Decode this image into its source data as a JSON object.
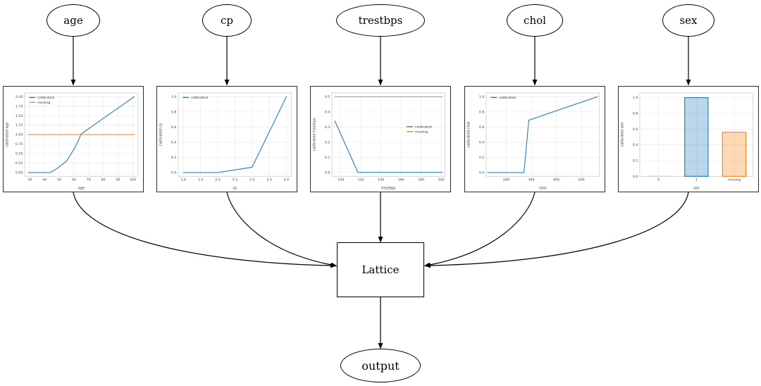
{
  "diagram": {
    "feature_nodes": [
      {
        "id": "age",
        "label": "age"
      },
      {
        "id": "cp",
        "label": "cp"
      },
      {
        "id": "trestbps",
        "label": "trestbps"
      },
      {
        "id": "chol",
        "label": "chol"
      },
      {
        "id": "sex",
        "label": "sex"
      }
    ],
    "lattice": {
      "label": "Lattice"
    },
    "output": {
      "label": "output"
    }
  },
  "colors": {
    "calibrated": "#1f77b4",
    "missing": "#ff7f0e",
    "edge": "#000000",
    "grid": "#ebebeb",
    "axes_frame": "#cccccc",
    "tick_text": "#3c3c3c"
  },
  "chart_data": [
    {
      "id": "age",
      "type": "line",
      "xlabel": "age",
      "ylabel": "calibrated age",
      "xlim": [
        26.5,
        103.5
      ],
      "ylim": [
        -0.1,
        2.1
      ],
      "xticks": [
        {
          "v": 30,
          "l": "30"
        },
        {
          "v": 40,
          "l": "40"
        },
        {
          "v": 50,
          "l": "50"
        },
        {
          "v": 60,
          "l": "60"
        },
        {
          "v": 70,
          "l": "70"
        },
        {
          "v": 80,
          "l": "80"
        },
        {
          "v": 90,
          "l": "90"
        },
        {
          "v": 100,
          "l": "100"
        }
      ],
      "yticks": [
        {
          "v": 0,
          "l": "0.00"
        },
        {
          "v": 0.25,
          "l": "0.25"
        },
        {
          "v": 0.5,
          "l": "0.50"
        },
        {
          "v": 0.75,
          "l": "0.75"
        },
        {
          "v": 1,
          "l": "1.00"
        },
        {
          "v": 1.25,
          "l": "1.25"
        },
        {
          "v": 1.5,
          "l": "1.50"
        },
        {
          "v": 1.75,
          "l": "1.75"
        },
        {
          "v": 2,
          "l": "2.00"
        }
      ],
      "series": [
        {
          "name": "calibrated",
          "color": "#1f77b4",
          "points": [
            [
              29,
              0
            ],
            [
              44,
              0
            ],
            [
              49,
              0.12
            ],
            [
              55,
              0.3
            ],
            [
              61,
              0.68
            ],
            [
              65,
              1.02
            ],
            [
              101,
              2.0
            ]
          ]
        },
        {
          "name": "missing",
          "color": "#ff7f0e",
          "points": [
            [
              29,
              1.0
            ],
            [
              101,
              1.0
            ]
          ]
        }
      ],
      "legend": {
        "px": 0.04,
        "py": 0.03
      }
    },
    {
      "id": "cp",
      "type": "line",
      "xlabel": "cp",
      "ylabel": "calibrated cp",
      "xlim": [
        0.85,
        4.15
      ],
      "ylim": [
        -0.05,
        1.05
      ],
      "xticks": [
        {
          "v": 1,
          "l": "1.0"
        },
        {
          "v": 1.5,
          "l": "1.5"
        },
        {
          "v": 2,
          "l": "2.0"
        },
        {
          "v": 2.5,
          "l": "2.5"
        },
        {
          "v": 3,
          "l": "3.0"
        },
        {
          "v": 3.5,
          "l": "3.5"
        },
        {
          "v": 4,
          "l": "4.0"
        }
      ],
      "yticks": [
        {
          "v": 0,
          "l": "0.0"
        },
        {
          "v": 0.2,
          "l": "0.2"
        },
        {
          "v": 0.4,
          "l": "0.4"
        },
        {
          "v": 0.6,
          "l": "0.6"
        },
        {
          "v": 0.8,
          "l": "0.8"
        },
        {
          "v": 1,
          "l": "1.0"
        }
      ],
      "series": [
        {
          "name": "calibrated",
          "color": "#1f77b4",
          "points": [
            [
              1,
              0
            ],
            [
              2,
              0
            ],
            [
              3,
              0.07
            ],
            [
              4,
              1.0
            ]
          ]
        }
      ],
      "legend": {
        "px": 0.04,
        "py": 0.03
      }
    },
    {
      "id": "trestbps",
      "type": "line",
      "xlabel": "trestbps",
      "ylabel": "calibrated trestbps",
      "xlim": [
        91,
        204
      ],
      "ylim": [
        -0.026,
        0.526
      ],
      "xticks": [
        {
          "v": 100,
          "l": "100"
        },
        {
          "v": 120,
          "l": "120"
        },
        {
          "v": 140,
          "l": "140"
        },
        {
          "v": 160,
          "l": "160"
        },
        {
          "v": 180,
          "l": "180"
        },
        {
          "v": 200,
          "l": "200"
        }
      ],
      "yticks": [
        {
          "v": 0,
          "l": "0.0"
        },
        {
          "v": 0.1,
          "l": "0.1"
        },
        {
          "v": 0.2,
          "l": "0.2"
        },
        {
          "v": 0.3,
          "l": "0.3"
        },
        {
          "v": 0.4,
          "l": "0.4"
        },
        {
          "v": 0.5,
          "l": "0.5"
        }
      ],
      "series": [
        {
          "name": "calibrated",
          "color": "#1f77b4",
          "points": [
            [
              94,
              0.34
            ],
            [
              117,
              0
            ],
            [
              201,
              0
            ]
          ]
        },
        {
          "name": "missing",
          "color": "#ff7f0e",
          "points": [
            [
              94,
              0.5
            ],
            [
              201,
              0.5
            ]
          ]
        }
      ],
      "legend": {
        "px": 0.66,
        "py": 0.38
      }
    },
    {
      "id": "chol",
      "type": "line",
      "xlabel": "chol",
      "ylabel": "calibrated chol",
      "xlim": [
        120,
        572
      ],
      "ylim": [
        -0.05,
        1.05
      ],
      "xticks": [
        {
          "v": 200,
          "l": "200"
        },
        {
          "v": 300,
          "l": "300"
        },
        {
          "v": 400,
          "l": "400"
        },
        {
          "v": 500,
          "l": "500"
        }
      ],
      "yticks": [
        {
          "v": 0,
          "l": "0.0"
        },
        {
          "v": 0.2,
          "l": "0.2"
        },
        {
          "v": 0.4,
          "l": "0.4"
        },
        {
          "v": 0.6,
          "l": "0.6"
        },
        {
          "v": 0.8,
          "l": "0.8"
        },
        {
          "v": 1,
          "l": "1.0"
        }
      ],
      "series": [
        {
          "name": "calibrated",
          "color": "#1f77b4",
          "points": [
            [
              126,
              0
            ],
            [
              271,
              0
            ],
            [
              290,
              0.69
            ],
            [
              564,
              1.0
            ]
          ]
        }
      ],
      "legend": {
        "px": 0.04,
        "py": 0.03
      }
    },
    {
      "id": "sex",
      "type": "bar",
      "xlabel": "sex",
      "ylabel": "calibrated sex",
      "ylim": [
        0,
        1.06
      ],
      "yticks": [
        {
          "v": 0,
          "l": "0.0"
        },
        {
          "v": 0.2,
          "l": "0.2"
        },
        {
          "v": 0.4,
          "l": "0.4"
        },
        {
          "v": 0.6,
          "l": "0.6"
        },
        {
          "v": 0.8,
          "l": "0.8"
        },
        {
          "v": 1,
          "l": "1.0"
        }
      ],
      "bars": [
        {
          "label": "0",
          "value": 0.006,
          "color": "#1f77b4",
          "edge": false
        },
        {
          "label": "1",
          "value": 1.0,
          "color": "#1f77b4",
          "edge": true
        },
        {
          "label": "missing",
          "value": 0.56,
          "color": "#ff7f0e",
          "edge": true
        }
      ]
    }
  ]
}
